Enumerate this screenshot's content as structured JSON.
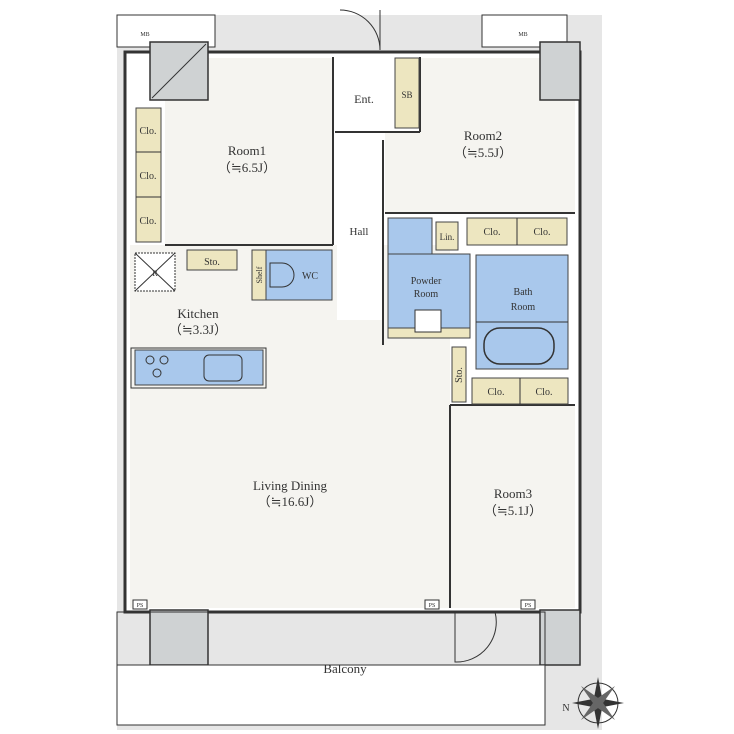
{
  "colors": {
    "storage": "#ede6c0",
    "wet_area": "#a9c8ec",
    "floor": "#f5f4f0",
    "outside": "#e6e6e6"
  },
  "rooms": {
    "room1": {
      "name": "Room1",
      "size": "（≒6.5J）"
    },
    "room2": {
      "name": "Room2",
      "size": "（≒5.5J）"
    },
    "room3": {
      "name": "Room3",
      "size": "（≒5.1J）"
    },
    "kitchen": {
      "name": "Kitchen",
      "size": "（≒3.3J）"
    },
    "living": {
      "name": "Living Dining",
      "size": "（≒16.6J）"
    },
    "entrance": "Ent.",
    "hall": "Hall",
    "wc": "WC",
    "powder": [
      "Powder",
      "Room"
    ],
    "bath": [
      "Bath",
      "Room"
    ],
    "balcony": "Balcony"
  },
  "storage": {
    "clo": "Clo.",
    "sto": "Sto.",
    "sb": "SB",
    "lin": "Lin.",
    "shelf": "Shelf",
    "mb": "MB",
    "ps": "PS",
    "r": "R"
  },
  "compass": {
    "label": "N"
  }
}
